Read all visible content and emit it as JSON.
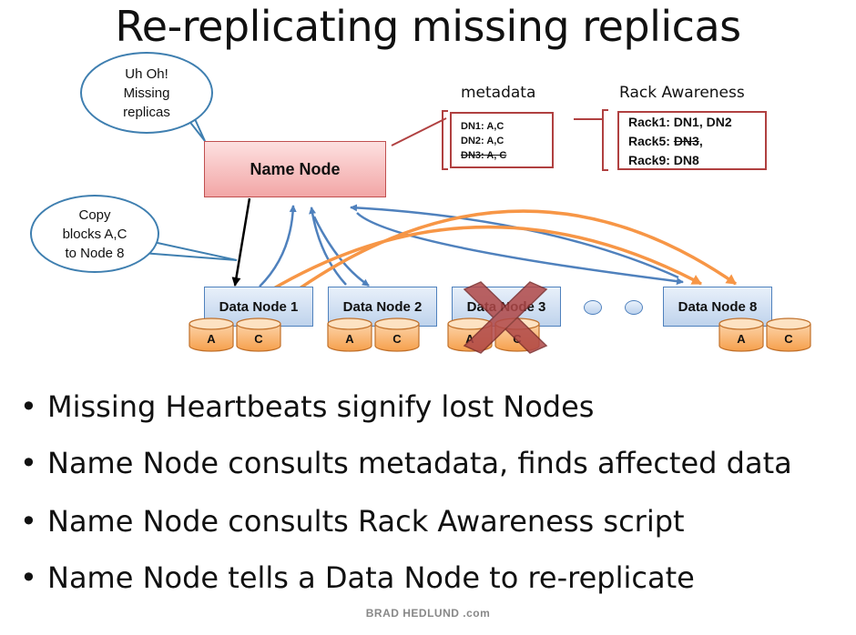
{
  "title": "Re-replicating missing replicas",
  "bubble_missing": {
    "line1": "Uh Oh!",
    "line2": "Missing",
    "line3": "replicas"
  },
  "bubble_copy": {
    "line1": "Copy",
    "line2": "blocks A,C",
    "line3": "to Node 8"
  },
  "name_node": "Name Node",
  "metadata": {
    "heading": "metadata",
    "entries": [
      "DN1: A,C",
      "DN2: A,C",
      "DN3: A, C"
    ]
  },
  "rack_awareness": {
    "heading": "Rack Awareness",
    "rack1": "Rack1: DN1, DN2",
    "rack5_prefix": "Rack5: ",
    "rack5_struck": "DN3",
    "rack5_suffix": ",",
    "rack9": "Rack9: DN8"
  },
  "data_nodes": [
    {
      "label": "Data Node 1",
      "blocks": [
        "A",
        "C"
      ]
    },
    {
      "label": "Data Node 2",
      "blocks": [
        "A",
        "C"
      ]
    },
    {
      "label": "Data Node 3",
      "blocks": [
        "A",
        "C"
      ]
    },
    {
      "label": "Data Node 8",
      "blocks": [
        "A",
        "C"
      ]
    }
  ],
  "bullets": [
    "Missing Heartbeats signify lost Nodes",
    "Name Node consults metadata, finds affected data",
    "Name Node consults Rack Awareness script",
    "Name Node tells a Data Node to re-replicate"
  ],
  "footer": "BRAD HEDLUND .com",
  "colors": {
    "heartbeat_arrow": "#4f81bd",
    "replication_arrow": "#f79646",
    "command_arrow": "#000000",
    "failed_cross": "#a03c3c",
    "disk_fill": "#f9b870",
    "disk_stroke": "#c0702a"
  }
}
